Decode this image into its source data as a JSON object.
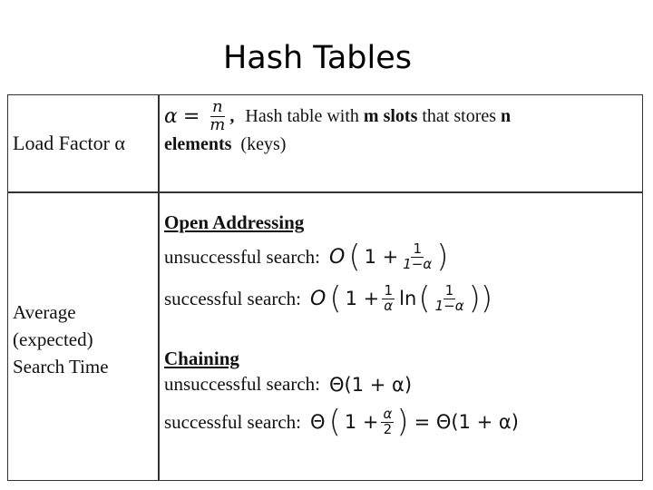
{
  "title": "Hash Tables",
  "table": {
    "load_factor_label": "Load Factor α",
    "load_factor_def": {
      "alpha": "α",
      "equals": "=",
      "num": "n",
      "den": "m",
      "comma": ",",
      "text1": "Hash table with",
      "bold1": "m slots",
      "text2": "that stores",
      "bold2": "n",
      "bold3": "elements",
      "text3": "(keys)"
    },
    "avg_label": [
      "Average",
      "(expected)",
      "Search Time"
    ],
    "open_addressing": {
      "heading": "Open Addressing",
      "unsuccessful_label": "unsuccessful search:",
      "successful_label": "successful search:"
    },
    "chaining": {
      "heading": "Chaining",
      "unsuccessful_label": "unsuccessful search:",
      "unsuccessful_expr": "Θ(1 + α)",
      "successful_label": "successful search:",
      "successful_result": "= Θ(1 + α)"
    },
    "math": {
      "O": "O",
      "Theta": "Θ",
      "lparen": "(",
      "rparen": ")",
      "one_plus": "1 +",
      "one": "1",
      "one_minus_alpha": "1−α",
      "alpha": "α",
      "two": "2",
      "ln": "ln"
    }
  }
}
